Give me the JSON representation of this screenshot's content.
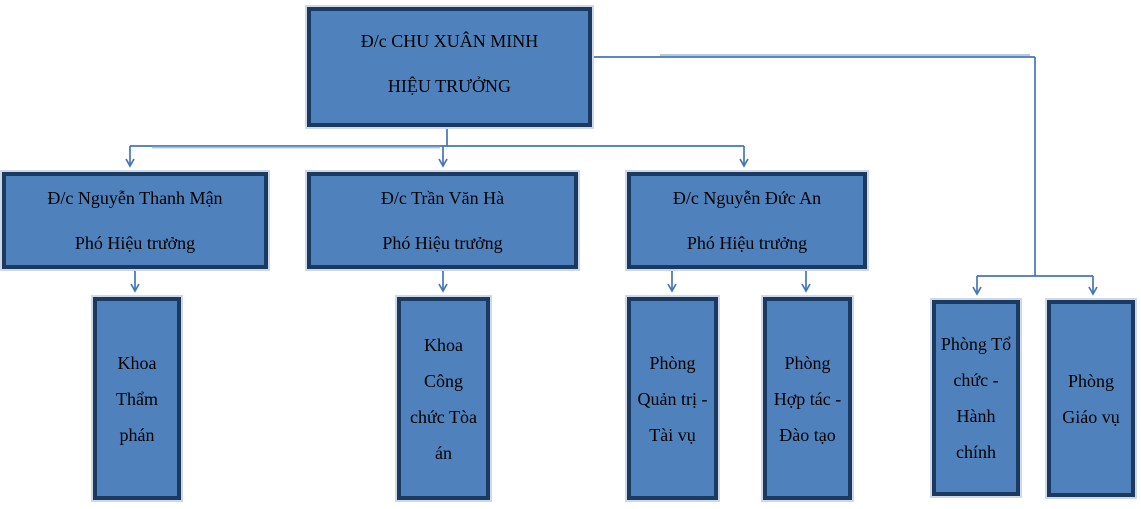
{
  "org_chart": {
    "principal": {
      "name": "Đ/c CHU XUÂN MINH",
      "title": "HIỆU TRƯỞNG"
    },
    "vice_principals": [
      {
        "name": "Đ/c Nguyễn Thanh Mận",
        "title": "Phó Hiệu trưởng"
      },
      {
        "name": "Đ/c Trần Văn Hà",
        "title": "Phó Hiệu trưởng"
      },
      {
        "name": "Đ/c Nguyễn Đức An",
        "title": "Phó Hiệu trưởng"
      }
    ],
    "departments": [
      {
        "label": "Khoa Thẩm phán"
      },
      {
        "label": "Khoa Công chức Tòa án"
      },
      {
        "label": "Phòng Quản trị - Tài vụ"
      },
      {
        "label": "Phòng Hợp tác - Đào tạo"
      },
      {
        "label": "Phòng Tổ chức - Hành chính"
      },
      {
        "label": "Phòng Giáo vụ"
      }
    ],
    "colors": {
      "box_fill": "#4f81bd",
      "box_border": "#1c3a5f",
      "connector": "#4576b5",
      "connector_light": "#a9c3df",
      "text": "#000000"
    }
  }
}
